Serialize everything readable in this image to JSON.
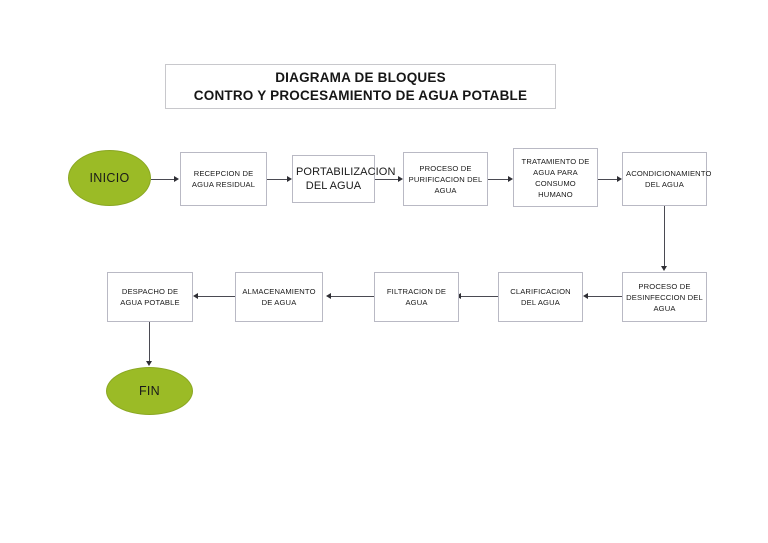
{
  "title": {
    "line1": "DIAGRAMA DE BLOQUES",
    "line2": "CONTRO Y PROCESAMIENTO DE AGUA POTABLE"
  },
  "colors": {
    "terminator_fill": "#9bbb26",
    "terminator_stroke": "#8aa722",
    "node_stroke": "#b9b9c4",
    "connector": "#4a4a52",
    "background": "#ffffff",
    "text": "#1a1a1a"
  },
  "terminators": [
    {
      "id": "inicio",
      "label": "INICIO"
    },
    {
      "id": "fin",
      "label": "FIN"
    }
  ],
  "row1": [
    {
      "id": "recepcion",
      "label": "RECEPCION DE AGUA RESIDUAL"
    },
    {
      "id": "portabilizacion",
      "label": "PORTABILIZACION DEL AGUA"
    },
    {
      "id": "purificacion",
      "label": "PROCESO DE PURIFICACION DEL AGUA"
    },
    {
      "id": "tratamiento",
      "label": "TRATAMIENTO DE AGUA PARA CONSUMO HUMANO"
    },
    {
      "id": "acondicionamiento",
      "label": "ACONDICIONAMIENTO DEL AGUA"
    }
  ],
  "row2": [
    {
      "id": "desinfeccion",
      "label": "PROCESO DE DESINFECCION DEL AGUA"
    },
    {
      "id": "clarificacion",
      "label": "CLARIFICACION DEL AGUA"
    },
    {
      "id": "filtracion",
      "label": "FILTRACION DE AGUA"
    },
    {
      "id": "almacenamiento",
      "label": "ALMACENAMIENTO DE AGUA"
    },
    {
      "id": "despacho",
      "label": "DESPACHO DE AGUA POTABLE"
    }
  ],
  "flow": {
    "row1_direction": "left-to-right",
    "row2_direction": "right-to-left",
    "sequence": [
      "INICIO",
      "RECEPCION DE AGUA RESIDUAL",
      "PORTABILIZACION DEL AGUA",
      "PROCESO DE PURIFICACION DEL AGUA",
      "TRATAMIENTO DE AGUA PARA CONSUMO HUMANO",
      "ACONDICIONAMIENTO DEL AGUA",
      "PROCESO DE DESINFECCION DEL AGUA",
      "CLARIFICACION DEL AGUA",
      "FILTRACION DE AGUA",
      "ALMACENAMIENTO DE AGUA",
      "DESPACHO DE AGUA POTABLE",
      "FIN"
    ]
  }
}
